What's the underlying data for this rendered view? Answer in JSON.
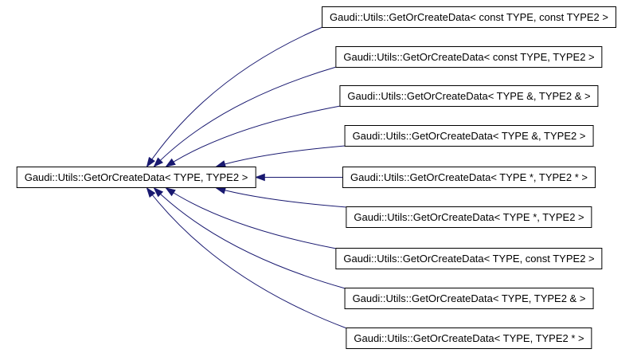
{
  "diagram": {
    "type": "class-template-specialization-graph",
    "background_color": "#ffffff",
    "edge_color": "#191970",
    "node_border_color": "#000000",
    "node_fill_color": "#ffffff",
    "node_text_color": "#000000",
    "base_node": {
      "id": "base",
      "label": "Gaudi::Utils::GetOrCreateData< TYPE, TYPE2 >"
    },
    "specializations": [
      {
        "id": "spec-0",
        "label": "Gaudi::Utils::GetOrCreateData< const TYPE, const TYPE2 >"
      },
      {
        "id": "spec-1",
        "label": "Gaudi::Utils::GetOrCreateData< const TYPE, TYPE2 >"
      },
      {
        "id": "spec-2",
        "label": "Gaudi::Utils::GetOrCreateData< TYPE &, TYPE2 & >"
      },
      {
        "id": "spec-3",
        "label": "Gaudi::Utils::GetOrCreateData< TYPE &, TYPE2 >"
      },
      {
        "id": "spec-4",
        "label": "Gaudi::Utils::GetOrCreateData< TYPE *, TYPE2 * >"
      },
      {
        "id": "spec-5",
        "label": "Gaudi::Utils::GetOrCreateData< TYPE *, TYPE2 >"
      },
      {
        "id": "spec-6",
        "label": "Gaudi::Utils::GetOrCreateData< TYPE, const TYPE2 >"
      },
      {
        "id": "spec-7",
        "label": "Gaudi::Utils::GetOrCreateData< TYPE, TYPE2 & >"
      },
      {
        "id": "spec-8",
        "label": "Gaudi::Utils::GetOrCreateData< TYPE, TYPE2 * >"
      }
    ],
    "edges": [
      {
        "from": "spec-0",
        "to": "base"
      },
      {
        "from": "spec-1",
        "to": "base"
      },
      {
        "from": "spec-2",
        "to": "base"
      },
      {
        "from": "spec-3",
        "to": "base"
      },
      {
        "from": "spec-4",
        "to": "base"
      },
      {
        "from": "spec-5",
        "to": "base"
      },
      {
        "from": "spec-6",
        "to": "base"
      },
      {
        "from": "spec-7",
        "to": "base"
      },
      {
        "from": "spec-8",
        "to": "base"
      }
    ]
  }
}
